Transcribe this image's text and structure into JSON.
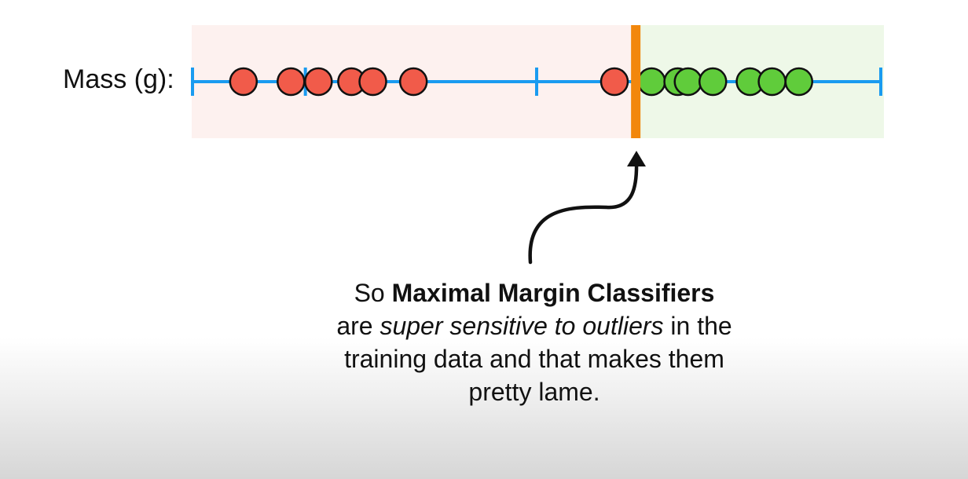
{
  "axis": {
    "label": "Mass (g):",
    "min": 0,
    "max": 100,
    "ticks": [
      0,
      16.4,
      50,
      100
    ]
  },
  "colors": {
    "axis": "#1a9bf0",
    "red_region": "#fdf1ef",
    "green_region": "#eef8e8",
    "threshold": "#f2870c",
    "red_point": "#f15b4a",
    "green_point": "#60cc3b",
    "outline": "#111111"
  },
  "threshold": 64.4,
  "points": {
    "red": [
      7.4,
      14.3,
      18.3,
      23.1,
      26.2,
      32.1,
      61.3
    ],
    "green": [
      66.7,
      70.5,
      72.0,
      75.6,
      81.0,
      84.2,
      88.1
    ]
  },
  "caption": {
    "line1_a": "So ",
    "line1_b": "Maximal Margin Classifiers",
    "line2_a": "are ",
    "line2_b": "super sensitive to outliers",
    "line2_c": " in the",
    "line3": "training data and that makes them",
    "line4": "pretty lame."
  }
}
